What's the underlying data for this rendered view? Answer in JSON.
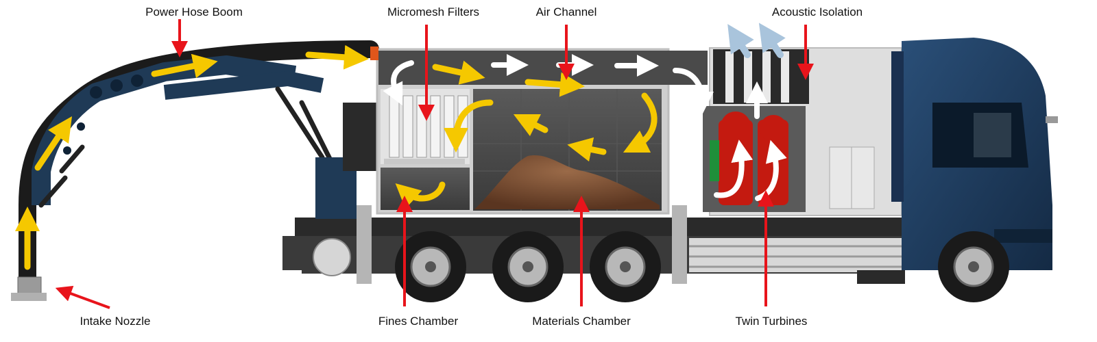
{
  "labels": {
    "power_hose_boom": "Power Hose Boom",
    "micromesh_filters": "Micromesh Filters",
    "air_channel": "Air Channel",
    "acoustic_isolation": "Acoustic Isolation",
    "intake_nozzle": "Intake Nozzle",
    "fines_chamber": "Fines Chamber",
    "materials_chamber": "Materials Chamber",
    "twin_turbines": "Twin Turbines"
  },
  "colors": {
    "callout_arrow": "#e8141b",
    "flow_arrow_yellow": "#f5c800",
    "flow_arrow_white": "#ffffff",
    "exhaust_arrow": "#a9c4dc",
    "cab_blue": "#1d3a5c",
    "boom_blue": "#1f3a56",
    "hose_black": "#1b1b1b",
    "tank_grey": "#4a4a4a",
    "frame_silver": "#c9c9c9",
    "turbine_red": "#c41a10",
    "material_brown": "#7a4a2e"
  },
  "icons": [
    "callout-arrow",
    "air-flow-arrow",
    "exhaust-arrow",
    "wheel-icon",
    "filter-cartridge"
  ]
}
